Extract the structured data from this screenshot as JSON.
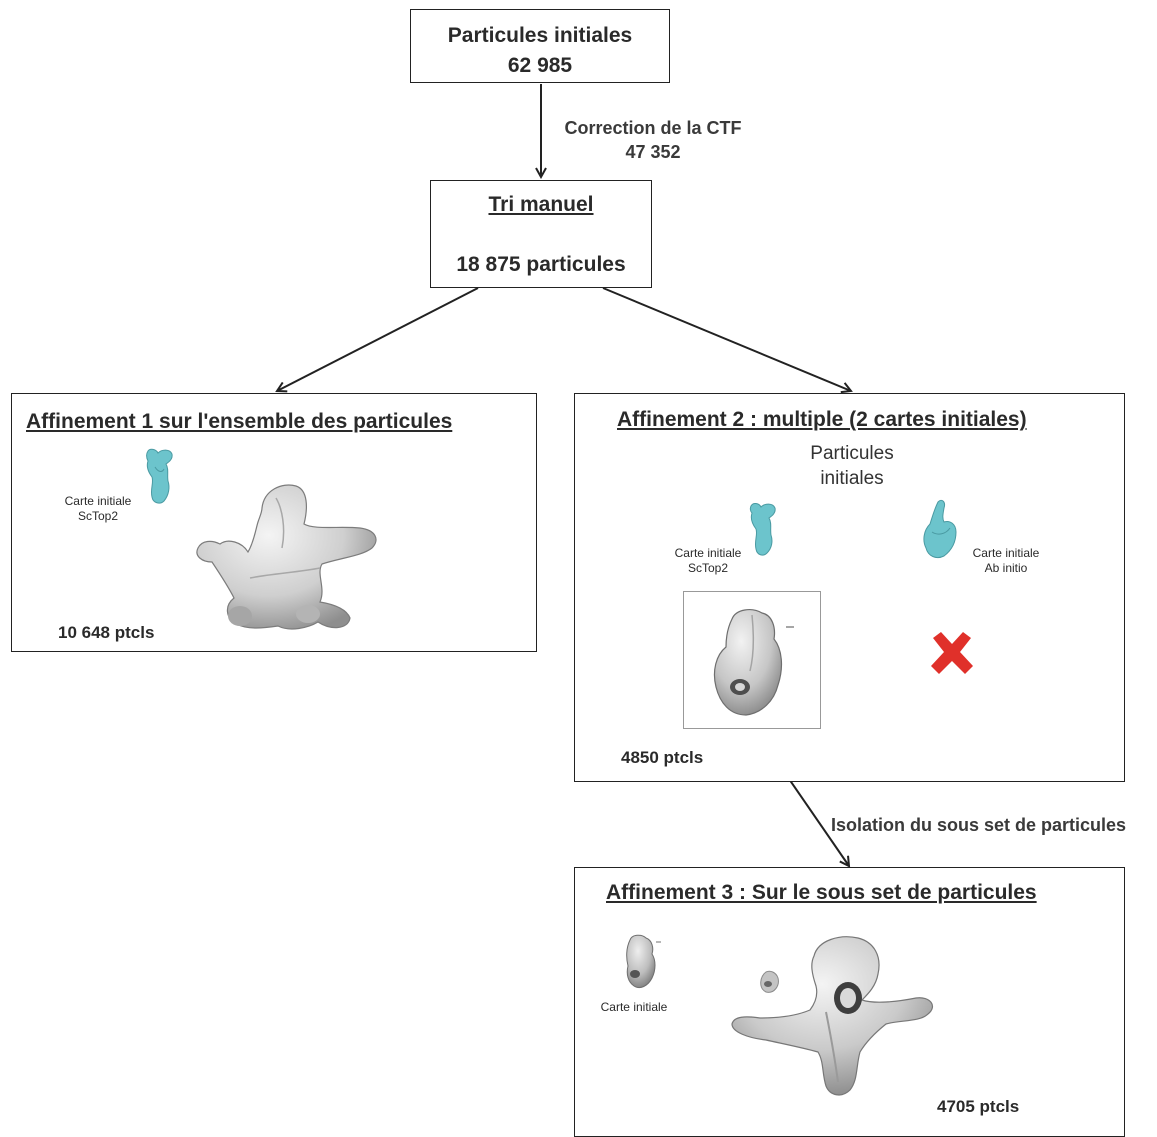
{
  "top_box": {
    "title": "Particules initiales",
    "count": "62 985"
  },
  "ctf_step": {
    "label": "Correction de la CTF",
    "count": "47 352"
  },
  "sort_box": {
    "title": "Tri manuel",
    "count": "18 875 particules"
  },
  "refine1": {
    "title": "Affinement 1 sur l'ensemble des particules",
    "map_label_line1": "Carte initiale",
    "map_label_line2": "ScTop2",
    "count": "10 648 ptcls",
    "map_color": "#6cc4cc"
  },
  "refine2": {
    "title": "Affinement 2 : multiple (2 cartes initiales)",
    "particles_line1": "Particules",
    "particles_line2": "initiales",
    "map1_line1": "Carte initiale",
    "map1_line2": "ScTop2",
    "map2_line1": "Carte initiale",
    "map2_line2": "Ab initio",
    "count": "4850 ptcls",
    "rejected_icon": "red-cross-icon",
    "reject_color": "#e0302a"
  },
  "isolation_step": {
    "label": "Isolation du sous set de particules"
  },
  "refine3": {
    "title": "Affinement 3  : Sur le sous set de particules",
    "map_label": "Carte initiale",
    "count": "4705 ptcls"
  }
}
